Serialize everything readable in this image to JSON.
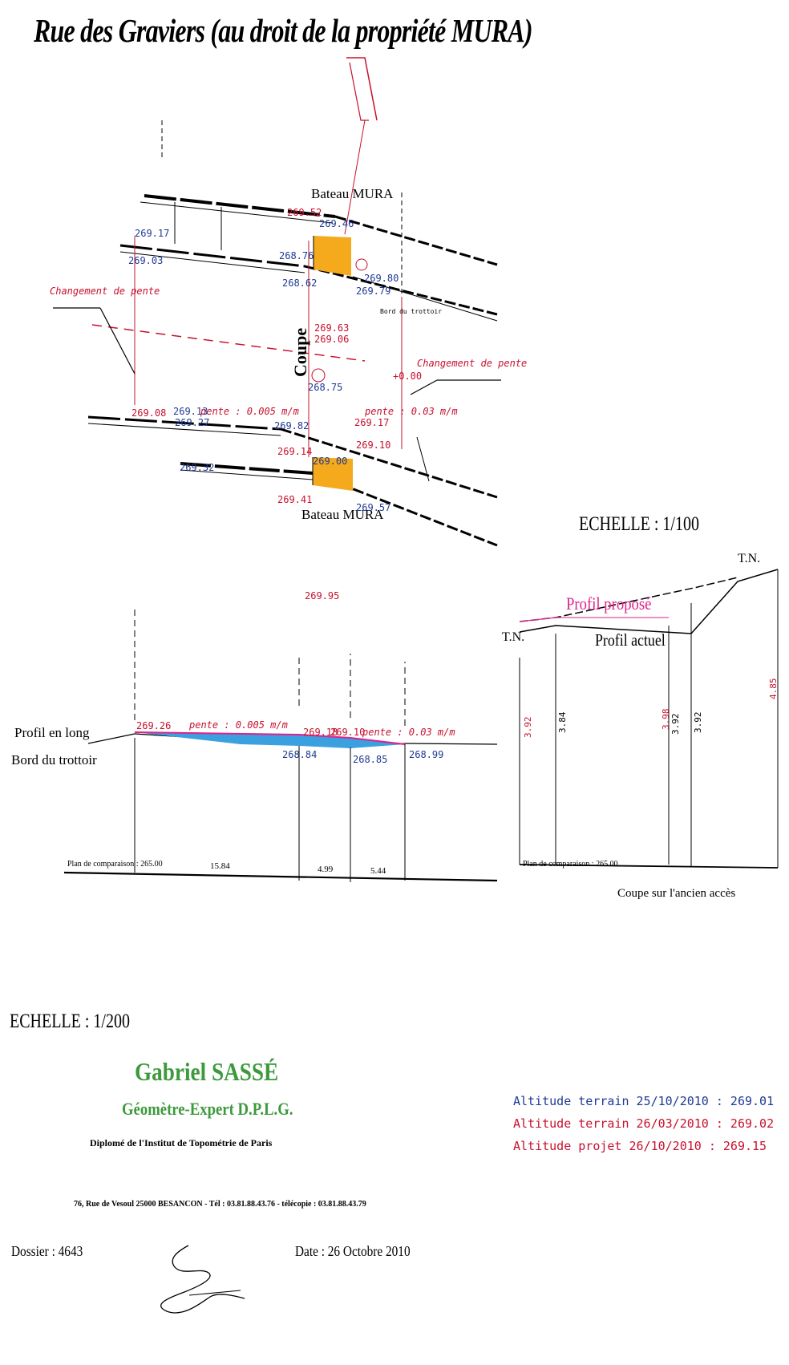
{
  "title": "Rue des Graviers (au droit de la propriété MURA)",
  "plan": {
    "bateau_top": "Bateau MURA",
    "bateau_bottom": "Bateau MURA",
    "coupe": "Coupe",
    "changement_left": "Changement de pente",
    "changement_right": "Changement de pente",
    "pente_left": "pente : 0.005 m/m",
    "pente_right": "pente : 0.03 m/m",
    "zero": "+0.00",
    "small_label": "Bord du trottoir",
    "pt_269_95": "269.95",
    "red_vals": [
      "269.52",
      "269.63",
      "269.06",
      "269.08",
      "269.14",
      "269.17",
      "269.10",
      "269.41"
    ],
    "blue_vals": [
      "269.17",
      "269.03",
      "268.76",
      "268.62",
      "269.46",
      "269.80",
      "269.79",
      "269.13",
      "269.27",
      "269.32",
      "269.82",
      "268.75",
      "269.00",
      "269.57"
    ]
  },
  "profil_long": {
    "label1": "Profil en long",
    "label2": "Bord du trottoir",
    "pente1": "pente : 0.005 m/m",
    "pente2": "pente : 0.03 m/m",
    "v1": "269.26",
    "v2": "269.18",
    "v3": "269.10",
    "v4": "268.84",
    "v5": "268.85",
    "v6": "268.99",
    "plan_comp": "Plan de comparaison : 265.00",
    "d1": "15.84",
    "d2": "4.99",
    "d3": "5.44"
  },
  "coupe": {
    "echelle": "ECHELLE : 1/100",
    "tn_right": "T.N.",
    "tn_left": "T.N.",
    "profil_propose": "Profil proposé",
    "profil_actuel": "Profil actuel",
    "plan_comp": "Plan de comparaison : 265.00",
    "caption": "Coupe sur l'ancien accès",
    "h1": "3.92",
    "h2": "3.84",
    "h3": "3.98",
    "h4": "3.92",
    "h5": "3.92",
    "h6": "4.85"
  },
  "echelle_main": "ECHELLE : 1/200",
  "firm": {
    "name": "Gabriel SASSÉ",
    "title": "Géomètre-Expert D.P.L.G.",
    "diploma": "Diplomé de l'Institut de Topométrie de Paris",
    "address": "76, Rue de Vesoul 25000 BESANCON - Tél : 03.81.88.43.76 - télécopie : 03.81.88.43.79"
  },
  "dossier": "Dossier : 4643",
  "date": "Date : 26 Octobre 2010",
  "legend": {
    "l1": "Altitude terrain 25/10/2010 : 269.01",
    "l2": "Altitude terrain 26/03/2010 : 269.02",
    "l3": "Altitude projet 26/10/2010 : 269.15"
  },
  "colors": {
    "red": "#c8102e",
    "blue": "#1f3a93",
    "orange": "#f5a91c",
    "green": "#3c9a3c",
    "pink": "#e0218a",
    "cyan": "#3aa0e0"
  }
}
